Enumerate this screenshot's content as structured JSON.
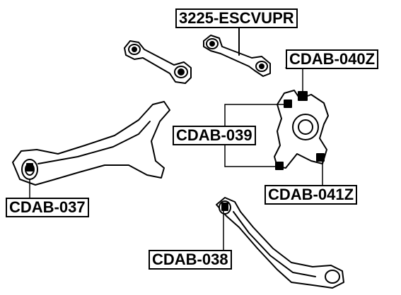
{
  "part_labels": {
    "upper_arm": "3225-ESCVUPR",
    "knuckle_top": "CDAB-040Z",
    "knuckle_mid": "CDAB-039",
    "knuckle_bottom": "CDAB-041Z",
    "trailing_arm": "CDAB-037",
    "lower_arm": "CDAB-038"
  }
}
